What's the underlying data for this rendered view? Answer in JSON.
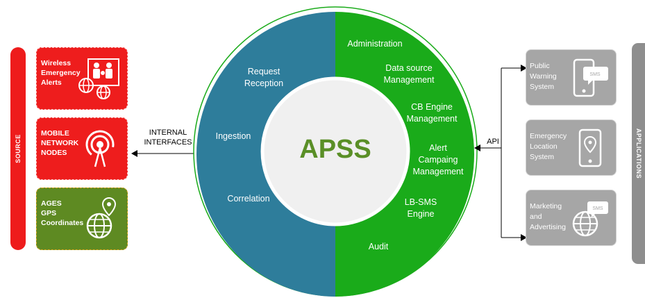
{
  "source": {
    "bar_label": "SOURCE",
    "items": [
      {
        "label_lines": [
          "Wireless",
          "Emergency",
          "Alerts"
        ],
        "icon": "people-globe-icon"
      },
      {
        "label_lines": [
          "MOBILE",
          "NETWORK",
          "NODES"
        ],
        "icon": "broadcast-tower-icon"
      },
      {
        "label_lines": [
          "AGES",
          "GPS",
          "Coordinates"
        ],
        "icon": "location-globe-icon"
      }
    ]
  },
  "internal_interfaces": {
    "line1": "INTERNAL",
    "line2": "INTERFACES"
  },
  "apss": {
    "title": "APSS",
    "left_segments": [
      {
        "lines": [
          "Request",
          "Reception"
        ]
      },
      {
        "lines": [
          "Ingestion"
        ]
      },
      {
        "lines": [
          "Correlation"
        ]
      }
    ],
    "right_segments": [
      {
        "lines": [
          "Administration"
        ]
      },
      {
        "lines": [
          "Data source",
          "Management"
        ]
      },
      {
        "lines": [
          "CB Engine",
          "Management"
        ]
      },
      {
        "lines": [
          "Alert",
          "Campaing",
          "Management"
        ]
      },
      {
        "lines": [
          "LB-SMS",
          "Engine"
        ]
      },
      {
        "lines": [
          "Audit"
        ]
      }
    ]
  },
  "api": {
    "label": "API"
  },
  "applications": {
    "bar_label": "APPLICATIONS",
    "items": [
      {
        "label_lines": [
          "Public",
          "Warning",
          "System"
        ],
        "icon": "phone-sms-icon",
        "badge": "SMS"
      },
      {
        "label_lines": [
          "Emergency",
          "Location",
          "System"
        ],
        "icon": "phone-location-icon"
      },
      {
        "label_lines": [
          "Marketing",
          "and",
          "Advertising"
        ],
        "icon": "globe-sms-icon",
        "badge": "SMS"
      }
    ]
  },
  "colors": {
    "source_red": "#ee1d1d",
    "ages_green": "#5e8a22",
    "apss_blue": "#2e7d9b",
    "apss_green": "#1aab1a",
    "app_gray": "#a6a6a6",
    "title_green": "#5a8f27"
  }
}
